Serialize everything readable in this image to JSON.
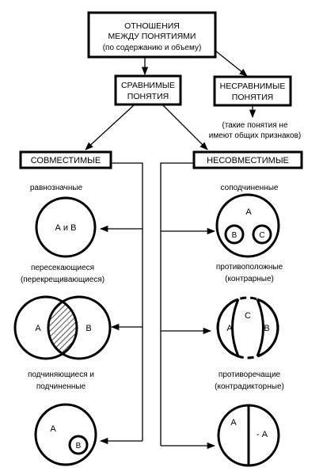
{
  "diagram": {
    "root": {
      "line1": "ОТНОШЕНИЯ",
      "line2": "МЕЖДУ ПОНЯТИЯМИ",
      "line3": "(по содержанию и объему)"
    },
    "comparable": {
      "line1": "СРАВНИМЫЕ",
      "line2": "ПОНЯТИЯ"
    },
    "incomparable": {
      "line1": "НЕСРАВНИМЫЕ",
      "line2": "ПОНЯТИЯ",
      "note1": "(такие понятия не",
      "note2": "имеют общих признаков)"
    },
    "compatible": {
      "title": "СОВМЕСТИМЫЕ",
      "types": {
        "equivalent": {
          "label": "равнозначные",
          "circle": "А и В"
        },
        "intersecting": {
          "label1": "пересекающиеся",
          "label2": "(перекрещивающиеся)",
          "a": "А",
          "b": "В"
        },
        "subordinating": {
          "label1": "подчиняющиеся и",
          "label2": "подчиненные",
          "a": "А",
          "b": "В"
        }
      }
    },
    "incompatible": {
      "title": "НЕСОВМЕСТИМЫЕ",
      "types": {
        "coordinated": {
          "label": "соподчиненные",
          "a": "А",
          "b": "В",
          "c": "С"
        },
        "contrary": {
          "label1": "противоположные",
          "label2": "(контрарные)",
          "a": "А",
          "b": "В",
          "c": "С"
        },
        "contradictory": {
          "label1": "противоречащие",
          "label2": "(контрадикторные)",
          "a": "А",
          "not_a": "- А"
        }
      }
    }
  }
}
